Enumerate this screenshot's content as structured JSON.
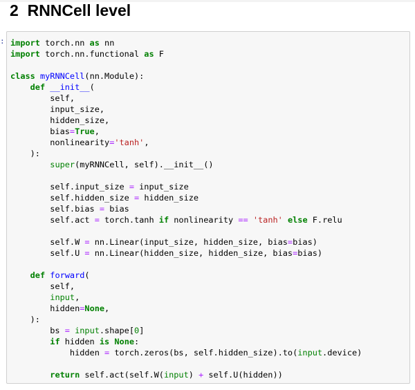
{
  "heading": {
    "number": "2",
    "title": "RNNCell level"
  },
  "cell": {
    "prompt": ":",
    "lines": [
      [
        {
          "t": "kw",
          "v": "import"
        },
        {
          "t": "txt",
          "v": " torch.nn "
        },
        {
          "t": "kw",
          "v": "as"
        },
        {
          "t": "txt",
          "v": " nn"
        }
      ],
      [
        {
          "t": "kw",
          "v": "import"
        },
        {
          "t": "txt",
          "v": " torch.nn.functional "
        },
        {
          "t": "kw",
          "v": "as"
        },
        {
          "t": "txt",
          "v": " F"
        }
      ],
      [],
      [
        {
          "t": "kw",
          "v": "class"
        },
        {
          "t": "txt",
          "v": " "
        },
        {
          "t": "def",
          "v": "myRNNCell"
        },
        {
          "t": "txt",
          "v": "(nn.Module):"
        }
      ],
      [
        {
          "t": "txt",
          "v": "    "
        },
        {
          "t": "kw",
          "v": "def"
        },
        {
          "t": "txt",
          "v": " "
        },
        {
          "t": "def",
          "v": "__init__"
        },
        {
          "t": "txt",
          "v": "("
        }
      ],
      [
        {
          "t": "txt",
          "v": "        self,"
        }
      ],
      [
        {
          "t": "txt",
          "v": "        input_size,"
        }
      ],
      [
        {
          "t": "txt",
          "v": "        hidden_size,"
        }
      ],
      [
        {
          "t": "txt",
          "v": "        bias"
        },
        {
          "t": "op",
          "v": "="
        },
        {
          "t": "kw",
          "v": "True"
        },
        {
          "t": "txt",
          "v": ","
        }
      ],
      [
        {
          "t": "txt",
          "v": "        nonlinearity"
        },
        {
          "t": "op",
          "v": "="
        },
        {
          "t": "str",
          "v": "'tanh'"
        },
        {
          "t": "txt",
          "v": ","
        }
      ],
      [
        {
          "t": "txt",
          "v": "    ):"
        }
      ],
      [
        {
          "t": "txt",
          "v": "        "
        },
        {
          "t": "bi",
          "v": "super"
        },
        {
          "t": "txt",
          "v": "(myRNNCell, self)."
        },
        {
          "t": "txt",
          "v": "__init__"
        },
        {
          "t": "txt",
          "v": "()"
        }
      ],
      [],
      [
        {
          "t": "txt",
          "v": "        self.input_size "
        },
        {
          "t": "op",
          "v": "="
        },
        {
          "t": "txt",
          "v": " input_size"
        }
      ],
      [
        {
          "t": "txt",
          "v": "        self.hidden_size "
        },
        {
          "t": "op",
          "v": "="
        },
        {
          "t": "txt",
          "v": " hidden_size"
        }
      ],
      [
        {
          "t": "txt",
          "v": "        self.bias "
        },
        {
          "t": "op",
          "v": "="
        },
        {
          "t": "txt",
          "v": " bias"
        }
      ],
      [
        {
          "t": "txt",
          "v": "        self.act "
        },
        {
          "t": "op",
          "v": "="
        },
        {
          "t": "txt",
          "v": " torch.tanh "
        },
        {
          "t": "kw",
          "v": "if"
        },
        {
          "t": "txt",
          "v": " nonlinearity "
        },
        {
          "t": "op",
          "v": "=="
        },
        {
          "t": "txt",
          "v": " "
        },
        {
          "t": "str",
          "v": "'tanh'"
        },
        {
          "t": "txt",
          "v": " "
        },
        {
          "t": "kw",
          "v": "else"
        },
        {
          "t": "txt",
          "v": " F.relu"
        }
      ],
      [],
      [
        {
          "t": "txt",
          "v": "        self.W "
        },
        {
          "t": "op",
          "v": "="
        },
        {
          "t": "txt",
          "v": " nn.Linear(input_size, hidden_size, bias"
        },
        {
          "t": "op",
          "v": "="
        },
        {
          "t": "txt",
          "v": "bias)"
        }
      ],
      [
        {
          "t": "txt",
          "v": "        self.U "
        },
        {
          "t": "op",
          "v": "="
        },
        {
          "t": "txt",
          "v": " nn.Linear(hidden_size, hidden_size, bias"
        },
        {
          "t": "op",
          "v": "="
        },
        {
          "t": "txt",
          "v": "bias)"
        }
      ],
      [],
      [
        {
          "t": "txt",
          "v": "    "
        },
        {
          "t": "kw",
          "v": "def"
        },
        {
          "t": "txt",
          "v": " "
        },
        {
          "t": "def",
          "v": "forward"
        },
        {
          "t": "txt",
          "v": "("
        }
      ],
      [
        {
          "t": "txt",
          "v": "        self,"
        }
      ],
      [
        {
          "t": "txt",
          "v": "        "
        },
        {
          "t": "bi",
          "v": "input"
        },
        {
          "t": "txt",
          "v": ","
        }
      ],
      [
        {
          "t": "txt",
          "v": "        hidden"
        },
        {
          "t": "op",
          "v": "="
        },
        {
          "t": "kw",
          "v": "None"
        },
        {
          "t": "txt",
          "v": ","
        }
      ],
      [
        {
          "t": "txt",
          "v": "    ):"
        }
      ],
      [
        {
          "t": "txt",
          "v": "        bs "
        },
        {
          "t": "op",
          "v": "="
        },
        {
          "t": "txt",
          "v": " "
        },
        {
          "t": "bi",
          "v": "input"
        },
        {
          "t": "txt",
          "v": ".shape["
        },
        {
          "t": "num",
          "v": "0"
        },
        {
          "t": "txt",
          "v": "]"
        }
      ],
      [
        {
          "t": "txt",
          "v": "        "
        },
        {
          "t": "kw",
          "v": "if"
        },
        {
          "t": "txt",
          "v": " hidden "
        },
        {
          "t": "kw",
          "v": "is"
        },
        {
          "t": "txt",
          "v": " "
        },
        {
          "t": "kw",
          "v": "None"
        },
        {
          "t": "txt",
          "v": ":"
        }
      ],
      [
        {
          "t": "txt",
          "v": "            hidden "
        },
        {
          "t": "op",
          "v": "="
        },
        {
          "t": "txt",
          "v": " torch.zeros(bs, self.hidden_size).to("
        },
        {
          "t": "bi",
          "v": "input"
        },
        {
          "t": "txt",
          "v": ".device)"
        }
      ],
      [],
      [
        {
          "t": "txt",
          "v": "        "
        },
        {
          "t": "kw",
          "v": "return"
        },
        {
          "t": "txt",
          "v": " self.act(self.W("
        },
        {
          "t": "bi",
          "v": "input"
        },
        {
          "t": "txt",
          "v": ") "
        },
        {
          "t": "op",
          "v": "+"
        },
        {
          "t": "txt",
          "v": " self.U(hidden))"
        }
      ]
    ]
  }
}
